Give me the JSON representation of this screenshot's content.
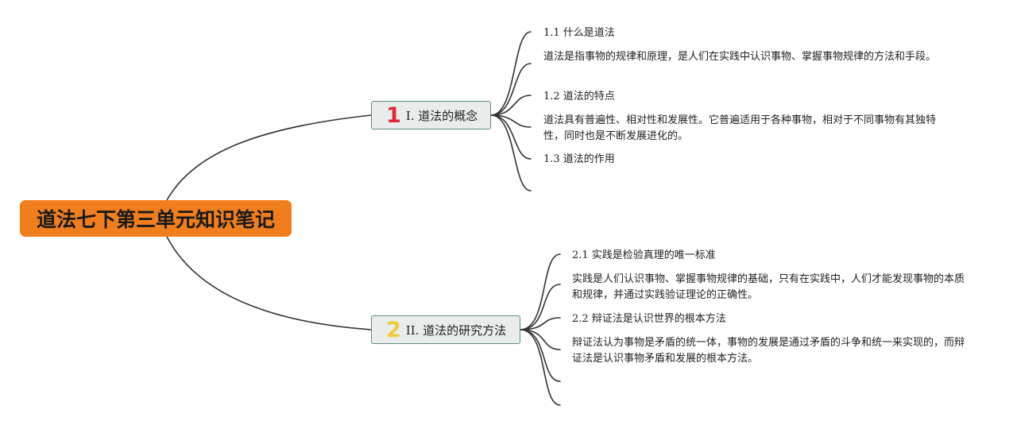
{
  "title": "道法七下第三单元知识笔记",
  "branches": [
    {
      "number": "1",
      "label": "I. 道法的概念",
      "children": [
        "1.1 什么是道法",
        "道法是指事物的规律和原理，是人们在实践中认识事物、掌握事物规律的方法和手段。",
        "1.2 道法的特点",
        "道法具有普遍性、相对性和发展性。它普遍适用于各种事物，相对于不同事物有其独特性，同时也是不断发展进化的。",
        "1.3 道法的作用"
      ]
    },
    {
      "number": "2",
      "label": "II. 道法的研究方法",
      "children": [
        "2.1 实践是检验真理的唯一标准",
        "实践是人们认识事物、掌握事物规律的基础，只有在实践中，人们才能发现事物的本质和规律，并通过实践验证理论的正确性。",
        "2.2 辩证法是认识世界的根本方法",
        "辩证法认为事物是矛盾的统一体，事物的发展是通过矛盾的斗争和统一来实现的，而辩证法是认识事物矛盾和发展的根本方法。"
      ]
    }
  ],
  "colors": {
    "root": "#f07e1d",
    "branch_fill": "#e8ecea",
    "branch_border": "#5b8f80",
    "number1": "#e0283a",
    "number2": "#f2cb3a",
    "lines": "#333333"
  }
}
